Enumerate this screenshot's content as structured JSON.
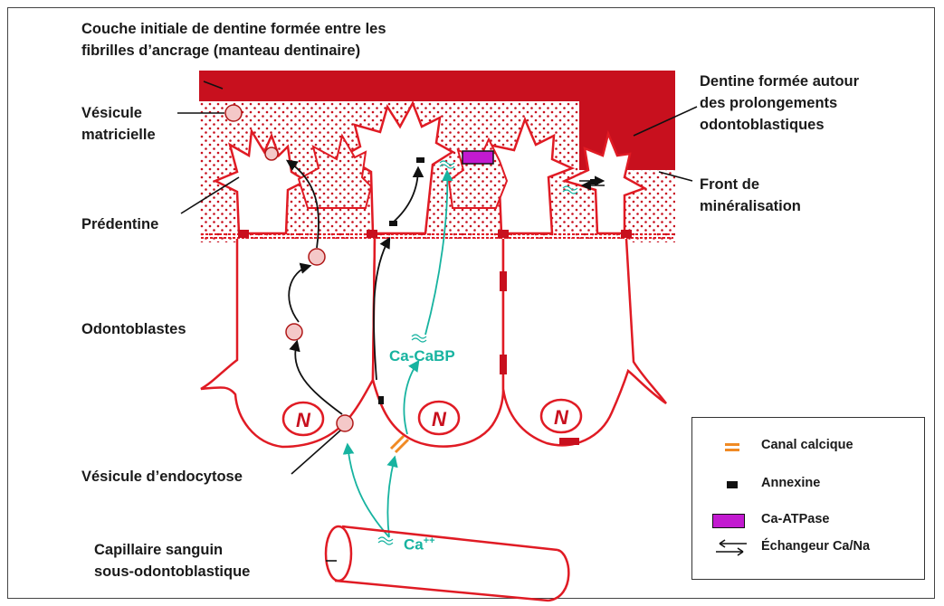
{
  "labels": {
    "couche_initiale_1": "Couche initiale de dentine formée entre les",
    "couche_initiale_2": "fibrilles d’ancrage (manteau dentinaire)",
    "dentine_autour_1": "Dentine formée autour",
    "dentine_autour_2": "des prolongements",
    "dentine_autour_3": "odontoblastiques",
    "vesicule_matricielle_1": "Vésicule",
    "vesicule_matricielle_2": "matricielle",
    "front_1": "Front de",
    "front_2": "minéralisation",
    "predentine": "Prédentine",
    "odontoblastes": "Odontoblastes",
    "ca_cabp": "Ca-CaBP",
    "vesicule_endocytose": "Vésicule d’endocytose",
    "capillaire_1": "Capillaire sanguin",
    "capillaire_2": "sous-odontoblastique",
    "ca_ion": "Ca",
    "ca_ion_charge": "++",
    "nucleus": "N"
  },
  "legend": {
    "items": [
      {
        "symbol": "orange-double-bar",
        "label": "Canal calcique"
      },
      {
        "symbol": "black-rect",
        "label": "Annexine"
      },
      {
        "symbol": "magenta-rect",
        "label": "Ca-ATPase"
      },
      {
        "symbol": "double-arrow",
        "label": "Échangeur Ca/Na"
      }
    ]
  },
  "colors": {
    "dentine": "#c8101e",
    "outline": "#e01b24",
    "teal": "#17b3a0",
    "magenta": "#c21ad0",
    "orange": "#f08a24"
  }
}
